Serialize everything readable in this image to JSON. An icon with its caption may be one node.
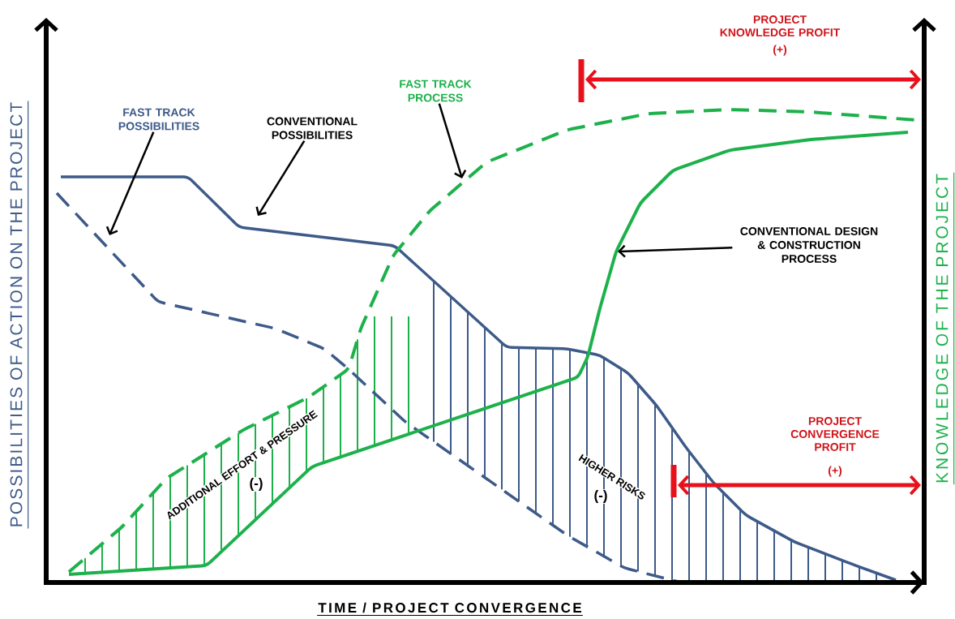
{
  "diagram": {
    "nodes": [
      {
        "text": [
          "FAST TRACK POSSIBILITIES"
        ]
      },
      {
        "text": [
          "CONVENTIONAL POSSIBILITIES"
        ]
      },
      {
        "text": [
          "FAST TRACK PROCESS"
        ]
      },
      {
        "text": [
          "CONVENTIONAL DESIGN & CONSTRUCTION PROCESS"
        ]
      }
    ],
    "edges": [
      {
        "from": 0,
        "to": null,
        "arrow": "to"
      },
      {
        "from": 1,
        "to": null,
        "arrow": "to"
      },
      {
        "from": 2,
        "to": null,
        "arrow": "to"
      },
      {
        "from": 3,
        "to": null,
        "arrow": "to"
      }
    ],
    "labels": [
      "POSSIBILITIES OF ACTION ON THE PROJECT",
      "KNOWLEDGE OF THE PROJECT",
      "TIME / PROJECT CONVERGENCE",
      "PROJECT KNOWLEDGE PROFIT",
      "(+)",
      "ADDITIONAL EFFORT & PRESSURE",
      "(-)",
      "HIGHER RISKS",
      "(-)",
      "PROJECT CONVERGENCE PROFIT",
      "(+)"
    ]
  }
}
